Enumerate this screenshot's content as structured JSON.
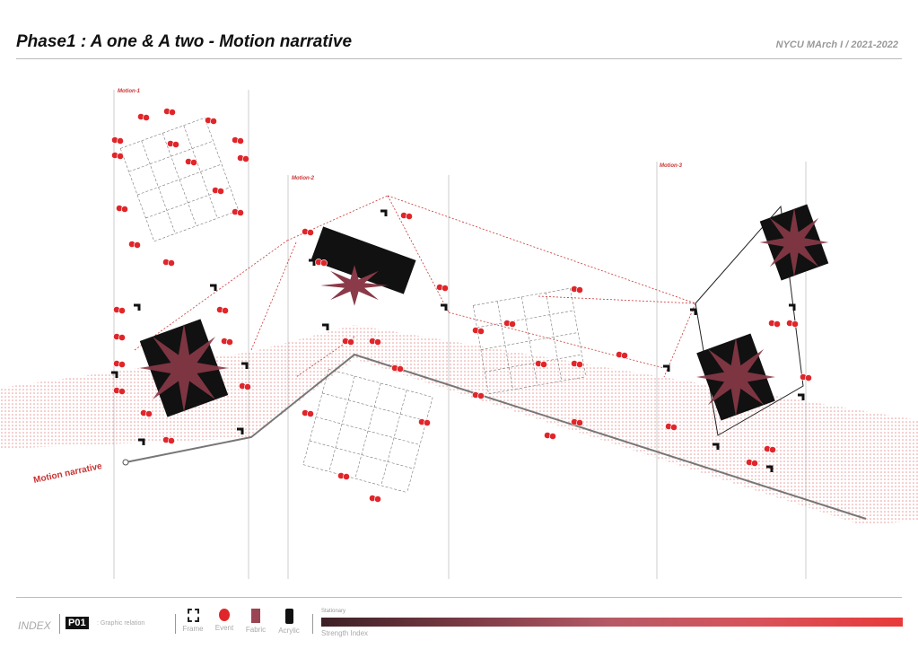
{
  "header": {
    "title": "Phase1 : A one & A two - Motion narrative",
    "subtitle": "NYCU MArch I / 2021-2022"
  },
  "diagram": {
    "motion_labels": [
      "Motion-1",
      "Motion-2",
      "Motion-3"
    ],
    "narrative_label": "Motion narrative",
    "colors": {
      "accent": "#e0262a",
      "fabric": "#8a3a48",
      "band": "#e8a8a8",
      "frame": "#111111"
    }
  },
  "footer": {
    "index_label": "INDEX",
    "page_code": "P01",
    "page_desc": ": Graphic relation",
    "legend": [
      {
        "icon": "frame-icon",
        "label": "Frame"
      },
      {
        "icon": "event-icon",
        "label": "Event"
      },
      {
        "icon": "fabric-icon",
        "label": "Fabric"
      },
      {
        "icon": "acrylic-icon",
        "label": "Acrylic"
      }
    ],
    "scale_top": "Stationary",
    "scale_label": "Strength  Index"
  }
}
